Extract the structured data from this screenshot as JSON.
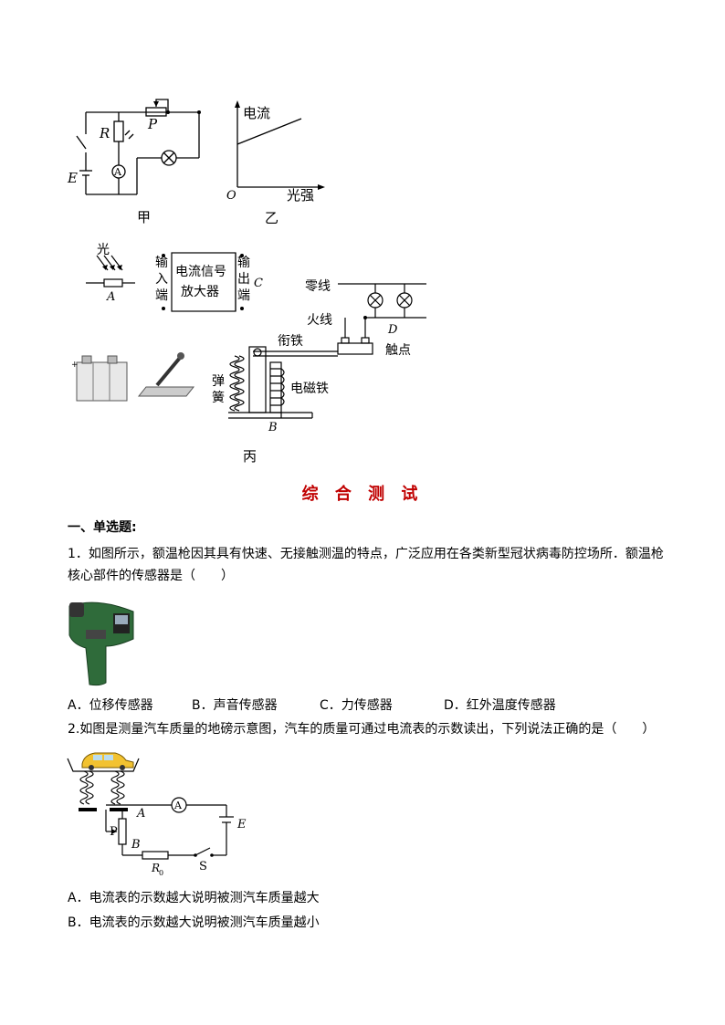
{
  "figures": {
    "jia": {
      "caption": "甲",
      "labels": {
        "R": "R",
        "P": "P",
        "E": "E",
        "A": "A"
      }
    },
    "yi": {
      "caption": "乙",
      "y_axis": "电流",
      "x_axis": "光强",
      "origin": "O"
    },
    "bing": {
      "caption": "丙",
      "light_label": "光",
      "sensor_label": "A",
      "amp_label_1": "电流信号",
      "amp_label_2": "放大器",
      "input_label": [
        "输",
        "入",
        "端"
      ],
      "output_label": [
        "输",
        "出",
        "端"
      ],
      "output_letter": "C",
      "neutral": "零线",
      "live": "火线",
      "D": "D",
      "contact": "触点",
      "armature": "衔铁",
      "spring": [
        "弹",
        "簧"
      ],
      "electromagnet": "电磁铁",
      "B": "B"
    }
  },
  "section_title": "综 合 测 试",
  "heading": "一、单选题:",
  "q1": {
    "text": "1．如图所示，额温枪因其具有快速、无接触测温的特点，广泛应用在各类新型冠状病毒防控场所．额温枪核心部件的传感器是（　　）",
    "options": [
      "A．位移传感器",
      "B．声音传感器",
      "C．力传感器",
      "D．红外温度传感器"
    ]
  },
  "q2": {
    "text": "2.如图是测量汽车质量的地磅示意图，汽车的质量可通过电流表的示数读出，下列说法正确的是（　　）",
    "fig": {
      "A": "A",
      "P": "P",
      "B": "B",
      "E": "E",
      "S": "S",
      "R0": "R",
      "R0_sub": "0",
      "meter": "A"
    },
    "options": [
      "A．电流表的示数越大说明被测汽车质量越大",
      "B．电流表的示数越大说明被测汽车质量越小"
    ]
  }
}
